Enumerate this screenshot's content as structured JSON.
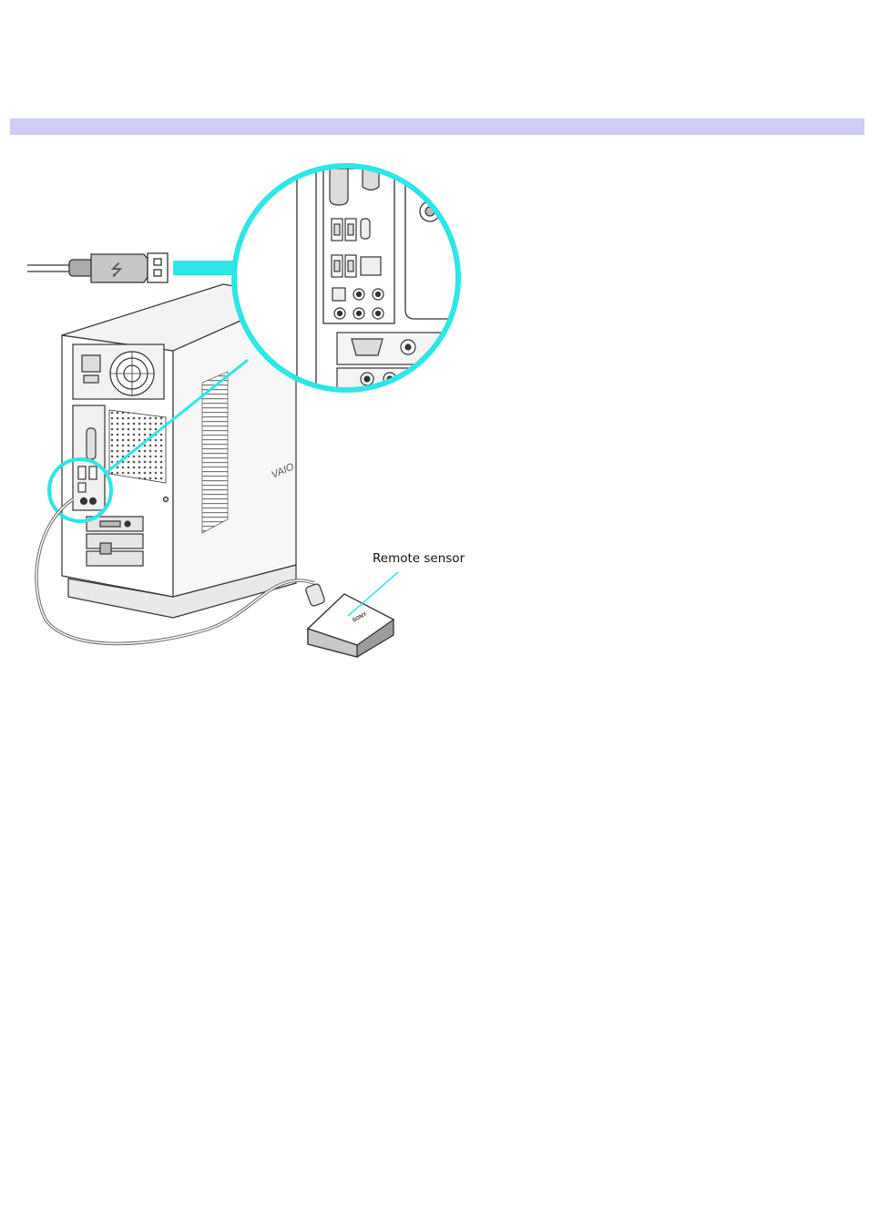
{
  "header": {
    "bar_color": "#cdcdf7"
  },
  "figure": {
    "callout_text": "Remote sensor",
    "brand_mark": "VAIO",
    "sensor_logo": "SONY",
    "accent_color": "#2ee6e6"
  }
}
